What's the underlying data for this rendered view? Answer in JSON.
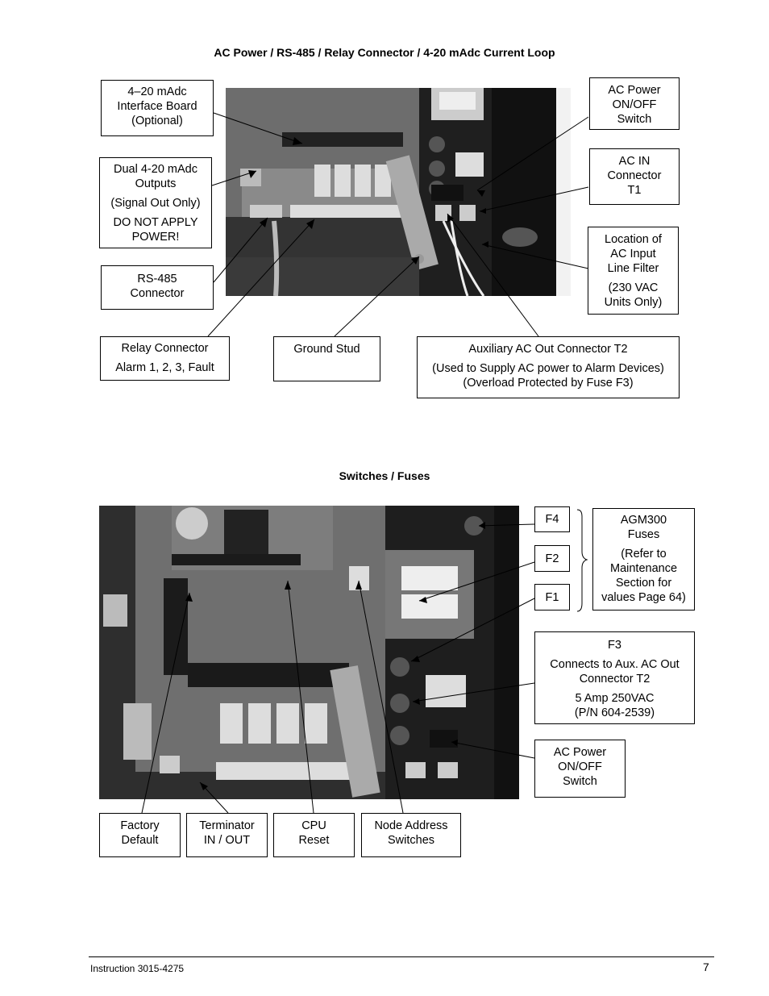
{
  "section1": {
    "title": "AC Power / RS-485 / Relay Connector / 4-20 mAdc Current Loop",
    "labels": {
      "interface_board": [
        "4–20 mAdc",
        "Interface Board",
        "(Optional)"
      ],
      "dual_outputs": [
        "Dual 4-20 mAdc",
        "Outputs",
        "(Signal Out Only)",
        "DO NOT APPLY",
        "POWER!"
      ],
      "rs485": [
        "RS-485",
        "Connector"
      ],
      "relay": [
        "Relay Connector",
        "Alarm 1, 2, 3, Fault"
      ],
      "ground": [
        "Ground Stud"
      ],
      "aux_ac": [
        "Auxiliary AC Out Connector T2",
        "(Used to Supply AC power to Alarm Devices)",
        "(Overload Protected by Fuse F3)"
      ],
      "ac_power_switch": [
        "AC Power",
        "ON/OFF",
        "Switch"
      ],
      "ac_in": [
        "AC IN",
        "Connector",
        "T1"
      ],
      "line_filter": [
        "Location of",
        "AC Input",
        "Line Filter",
        "(230 VAC",
        "Units Only)"
      ]
    }
  },
  "section2": {
    "title": "Switches / Fuses",
    "labels": {
      "f4": "F4",
      "f2": "F2",
      "f1": "F1",
      "agm_fuses": [
        "AGM300",
        "Fuses",
        "(Refer to",
        "Maintenance",
        "Section for",
        "values Page 64)"
      ],
      "f3": [
        "F3",
        "Connects to Aux. AC Out",
        "Connector T2",
        "5 Amp 250VAC",
        "(P/N 604-2539)"
      ],
      "ac_power_switch": [
        "AC Power",
        "ON/OFF",
        "Switch"
      ],
      "factory_default": [
        "Factory",
        "Default"
      ],
      "terminator": [
        "Terminator",
        "IN / OUT"
      ],
      "cpu_reset": [
        "CPU",
        "Reset"
      ],
      "node_address": [
        "Node Address",
        "Switches"
      ]
    }
  },
  "footer": {
    "instruction": "Instruction 3015-4275",
    "page_number": "7"
  }
}
